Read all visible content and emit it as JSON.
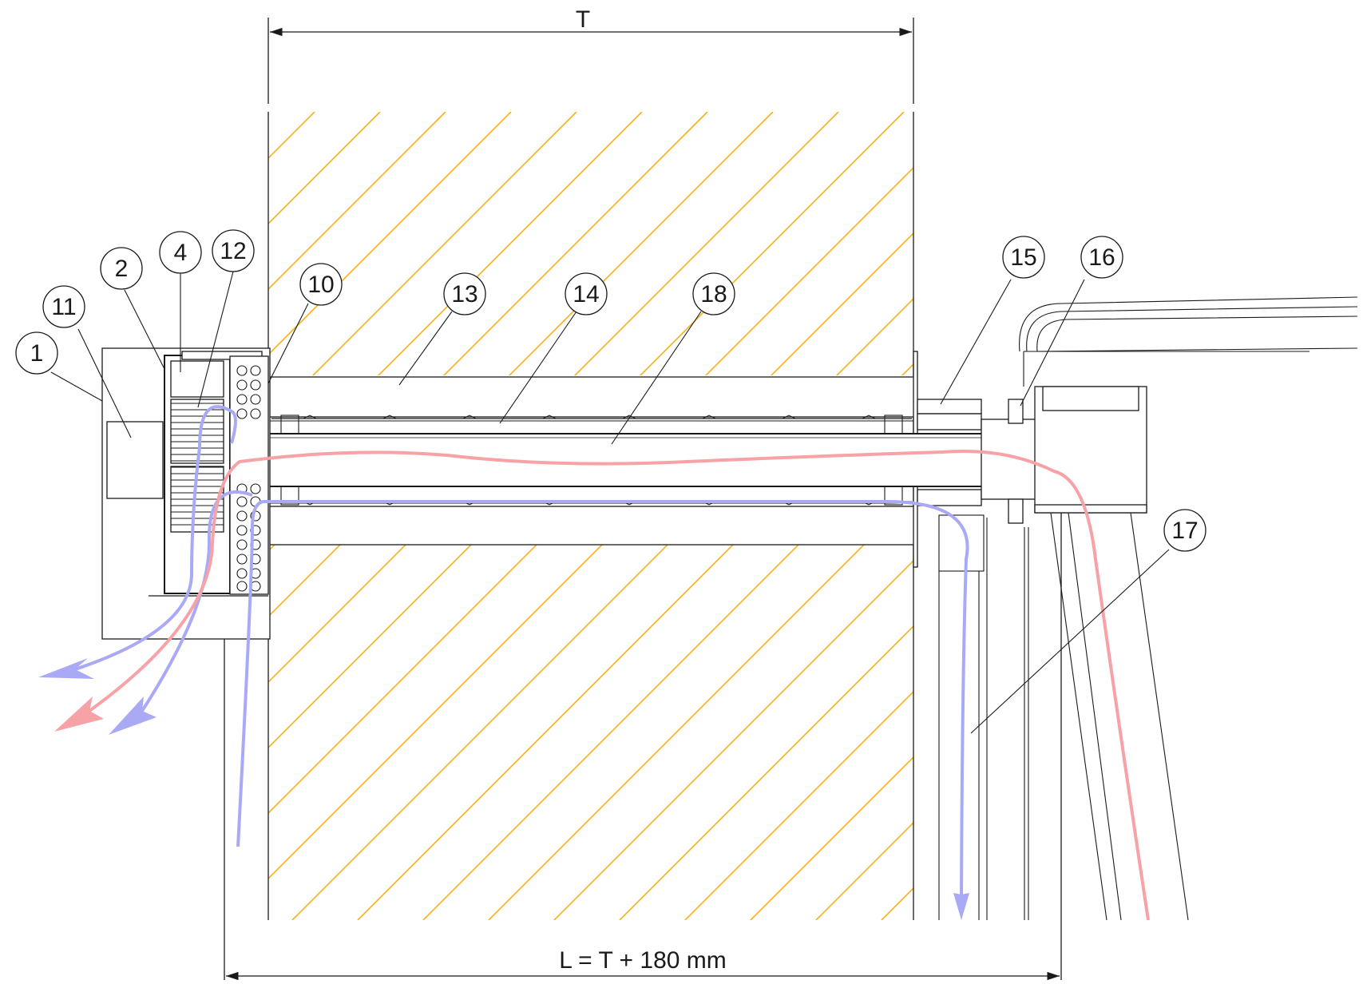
{
  "diagram": {
    "dimension_top": {
      "label": "T"
    },
    "dimension_bottom": {
      "label": "L = T + 180 mm"
    },
    "callouts": [
      {
        "id": "c1",
        "label": "1"
      },
      {
        "id": "c11",
        "label": "11"
      },
      {
        "id": "c2",
        "label": "2"
      },
      {
        "id": "c4",
        "label": "4"
      },
      {
        "id": "c12",
        "label": "12"
      },
      {
        "id": "c10",
        "label": "10"
      },
      {
        "id": "c13",
        "label": "13"
      },
      {
        "id": "c14",
        "label": "14"
      },
      {
        "id": "c18",
        "label": "18"
      },
      {
        "id": "c15",
        "label": "15"
      },
      {
        "id": "c16",
        "label": "16"
      },
      {
        "id": "c17",
        "label": "17"
      }
    ],
    "colors": {
      "outline": "#1a1a1a",
      "hatch": "#f2b21a",
      "warm_airflow": "#f6a2a6",
      "cool_airflow": "#a9a9f6"
    }
  }
}
